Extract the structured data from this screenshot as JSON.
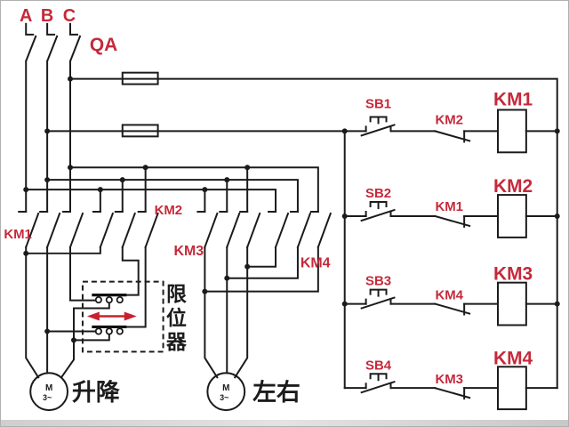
{
  "phase_labels": [
    "A",
    "B",
    "C"
  ],
  "qa_label": "QA",
  "main_circuit": {
    "km1_label": "KM1",
    "km2_label": "KM2",
    "km3_label": "KM3",
    "km4_label": "KM4"
  },
  "limit_device": {
    "chars": [
      "限",
      "位",
      "器"
    ],
    "name": "限位器"
  },
  "motors": {
    "lift": {
      "letter": "M",
      "phases": "3~",
      "label": "升降"
    },
    "traverse": {
      "letter": "M",
      "phases": "3~",
      "label": "左右"
    }
  },
  "control_rungs": [
    {
      "button": "SB1",
      "interlock": "KM2",
      "coil": "KM1"
    },
    {
      "button": "SB2",
      "interlock": "KM1",
      "coil": "KM2"
    },
    {
      "button": "SB3",
      "interlock": "KM4",
      "coil": "KM3"
    },
    {
      "button": "SB4",
      "interlock": "KM3",
      "coil": "KM4"
    }
  ],
  "colors": {
    "wire": "#1b1b1b",
    "label_red": "#c5293a",
    "arrow_red": "#c9202e",
    "text_black": "#1c1c1c"
  }
}
